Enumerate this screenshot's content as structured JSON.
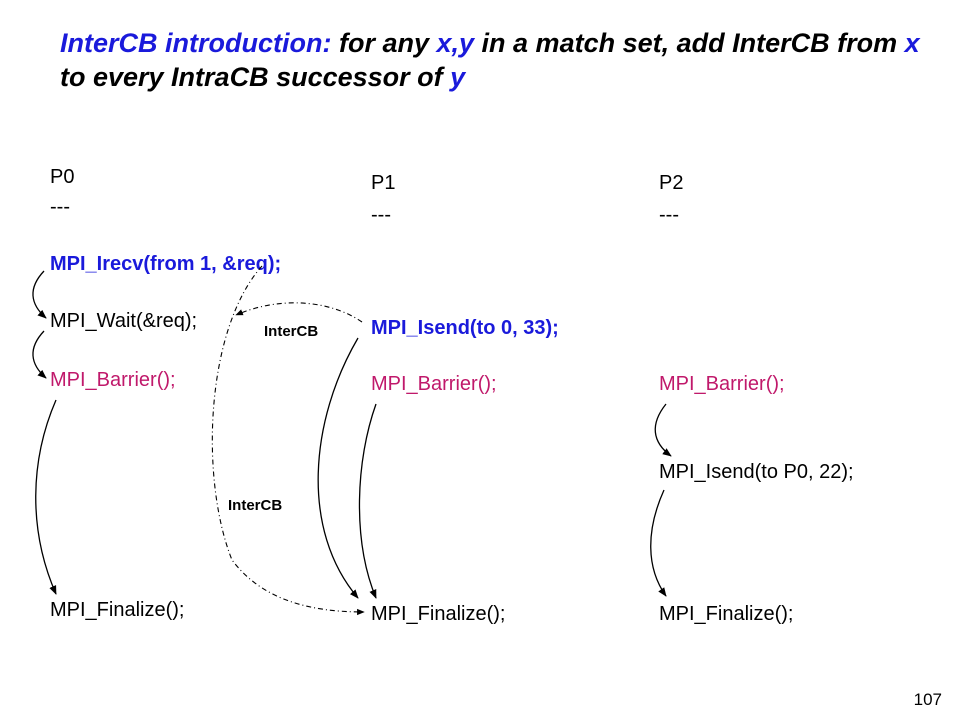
{
  "title": {
    "part1": "InterCB introduction:",
    "part2": " for any ",
    "part3": "x,y",
    "part4": " in a match set, add InterCB from ",
    "part5": "x",
    "part6": " to every IntraCB successor of ",
    "part7": "y"
  },
  "p0": {
    "header": "P0",
    "dashes": "---",
    "irecv": "MPI_Irecv(from 1, &req);",
    "wait": "MPI_Wait(&req);",
    "barrier": "MPI_Barrier();",
    "finalize": "MPI_Finalize();"
  },
  "p1": {
    "header": "P1",
    "dashes": "---",
    "isend": "MPI_Isend(to 0, 33);",
    "barrier": "MPI_Barrier();",
    "finalize": "MPI_Finalize();"
  },
  "p2": {
    "header": "P2",
    "dashes": "---",
    "barrier": "MPI_Barrier();",
    "isend": "MPI_Isend(to P0, 22);",
    "finalize": "MPI_Finalize();"
  },
  "labels": {
    "intercb_top": "InterCB",
    "intercb_bottom": "InterCB"
  },
  "page_number": "107",
  "colors": {
    "blue": "#1a1adb",
    "magenta": "#c0196b"
  }
}
